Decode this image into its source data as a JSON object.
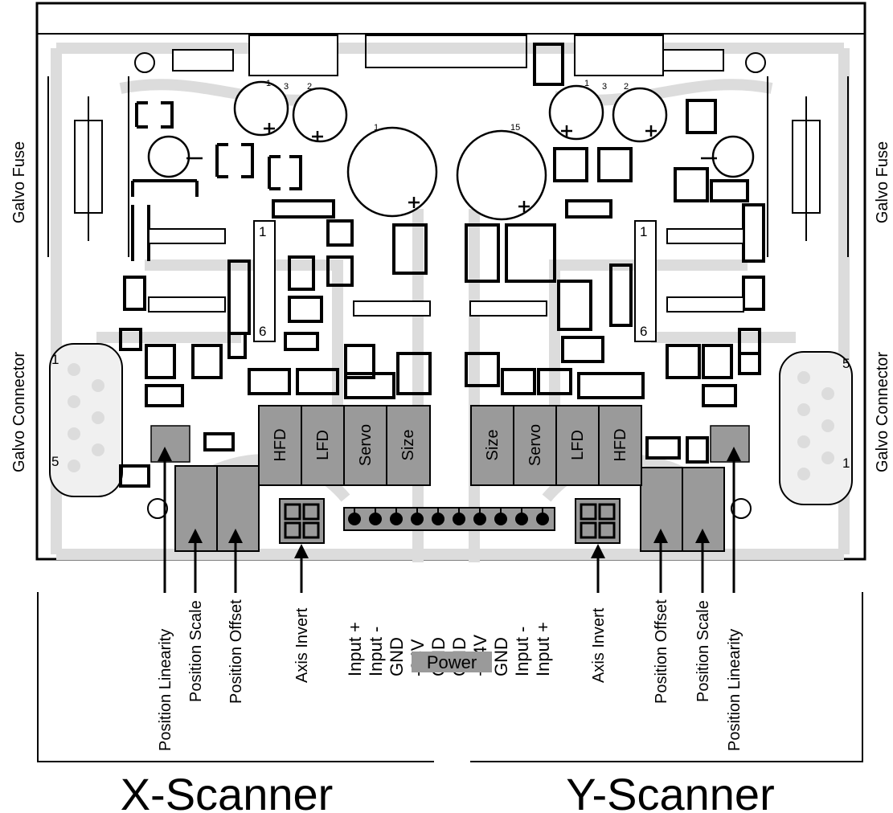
{
  "side_labels": {
    "left_fuse": "Galvo Fuse",
    "right_fuse": "Galvo Fuse",
    "left_connector": "Galvo Connector",
    "right_connector": "Galvo Connector"
  },
  "connector_pins": {
    "left_top": "1",
    "left_bottom": "5",
    "right_top": "5",
    "right_bottom": "1"
  },
  "ic_pins": {
    "left_top": "1",
    "left_bottom": "6",
    "right_top": "1",
    "right_bottom": "6"
  },
  "pcb_marks": {
    "left_pot_pins": [
      "1",
      "3",
      "2"
    ],
    "right_pot_pins": [
      "1",
      "3",
      "2"
    ],
    "left_cap_pin": "1",
    "right_cap_pin": "15"
  },
  "x_blocks": [
    "HFD",
    "LFD",
    "Servo",
    "Size"
  ],
  "y_blocks": [
    "Size",
    "Servo",
    "LFD",
    "HFD"
  ],
  "x_labels": {
    "position_linearity": "Position Linearity",
    "position_scale": "Position Scale",
    "position_offset": "Position Offset",
    "axis_invert": "Axis Invert"
  },
  "y_labels": {
    "axis_invert": "Axis Invert",
    "position_offset": "Position Offset",
    "position_scale": "Position Scale",
    "position_linearity": "Position Linearity"
  },
  "pins": [
    "Input +",
    "Input -",
    "GND",
    "-24V",
    "GND",
    "GND",
    "+24V",
    "GND",
    "Input -",
    "Input +"
  ],
  "power_label": "Power",
  "x_title": "X-Scanner",
  "y_title": "Y-Scanner",
  "colors": {
    "board_bg": "#ffffff",
    "trace": "#dcdcdc",
    "block_fill": "#9a9a9a",
    "component": "#000000"
  }
}
